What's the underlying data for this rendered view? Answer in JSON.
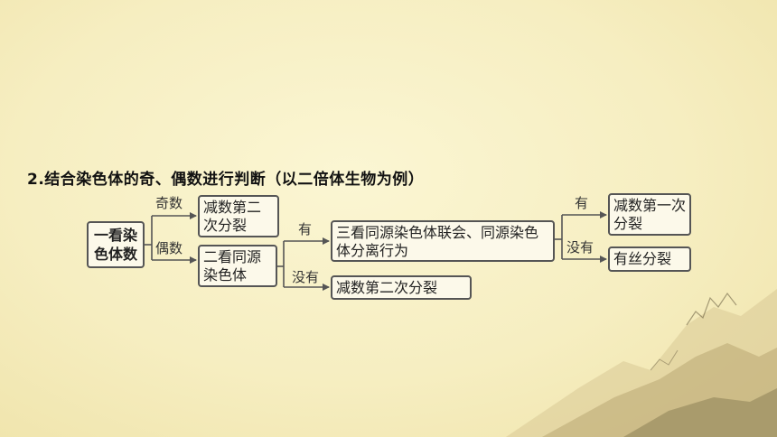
{
  "title": "2.结合染色体的奇、偶数进行判断（以二倍体生物为例）",
  "boxes": {
    "root": "一看染色体数",
    "odd_result": "减数第二次分裂",
    "homolog_check": "二看同源染色体",
    "behavior_check": "三看同源染色体联会、同源染色体分离行为",
    "no_homolog_result": "减数第二次分裂",
    "meiosis1_result": "减数第一次分裂",
    "mitosis_result": "有丝分裂"
  },
  "labels": {
    "odd": "奇数",
    "even": "偶数",
    "has_homolog": "有",
    "no_homolog": "没有",
    "has_behavior": "有",
    "no_behavior": "没有"
  },
  "colors": {
    "line": "#555555",
    "box_border": "#555555",
    "box_fill": "#fcf9ea"
  }
}
